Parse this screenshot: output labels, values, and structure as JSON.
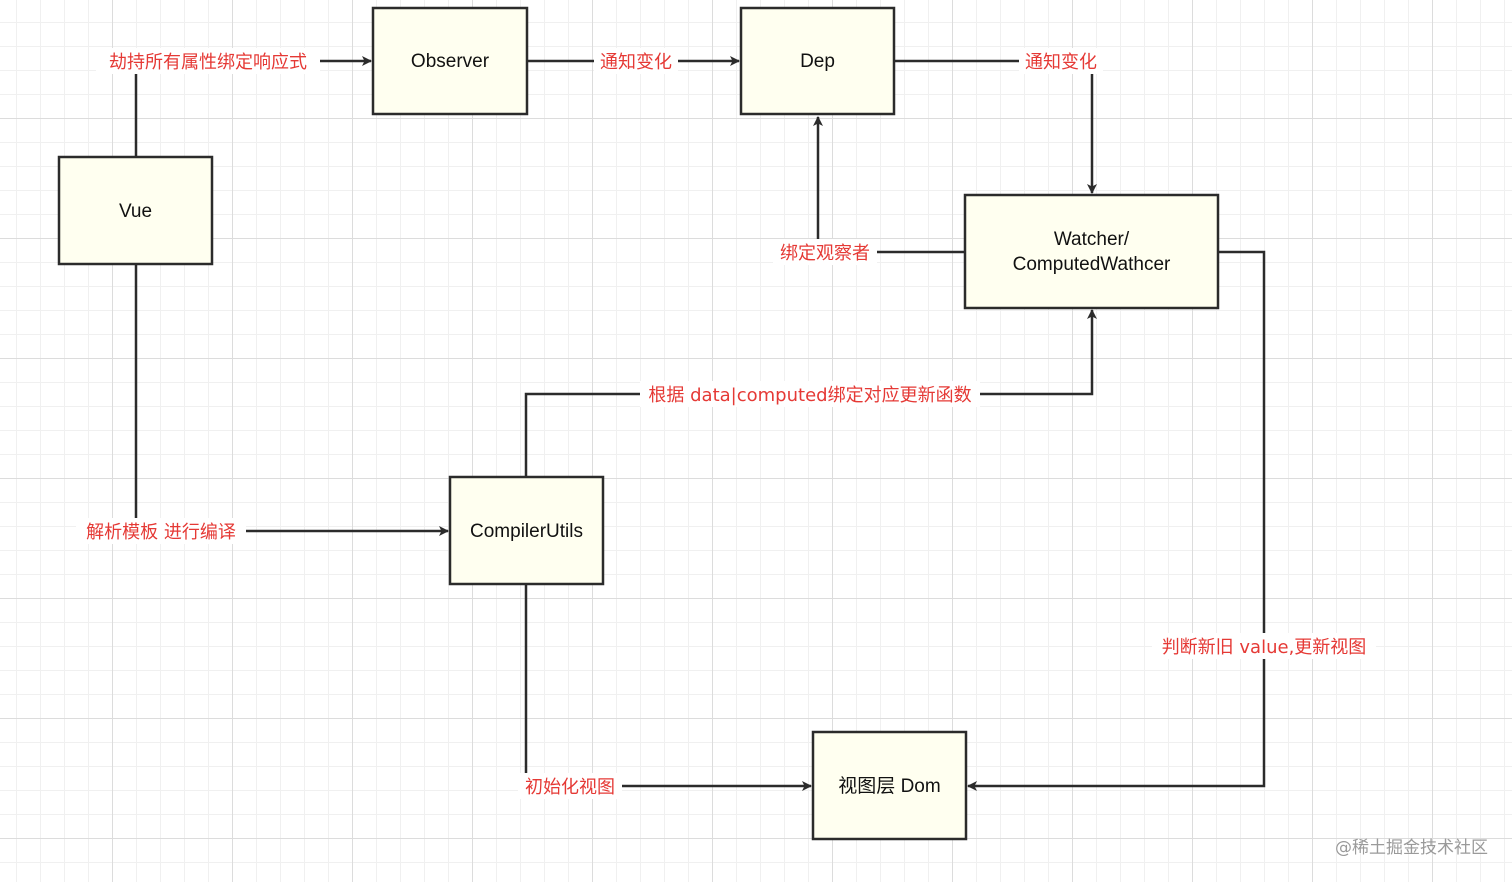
{
  "diagram": {
    "nodes": {
      "vue": {
        "label": "Vue"
      },
      "observer": {
        "label": "Observer"
      },
      "dep": {
        "label": "Dep"
      },
      "watcher": {
        "label_line1": "Watcher/",
        "label_line2": "ComputedWathcer"
      },
      "compiler": {
        "label": "CompilerUtils"
      },
      "view_dom": {
        "label": "视图层 Dom"
      }
    },
    "edges": {
      "vue_to_observer": {
        "label": "劫持所有属性绑定响应式"
      },
      "observer_to_dep": {
        "label": "通知变化"
      },
      "dep_to_watcher": {
        "label": "通知变化"
      },
      "watcher_to_dep": {
        "label": "绑定观察者"
      },
      "compiler_to_watcher": {
        "label": "根据 data|computed绑定对应更新函数"
      },
      "vue_to_compiler": {
        "label": "解析模板 进行编译"
      },
      "compiler_to_view": {
        "label": "初始化视图"
      },
      "watcher_to_view": {
        "label": "判断新旧 value,更新视图"
      }
    },
    "colors": {
      "node_fill": "#fffff0",
      "node_stroke": "#2b2b2b",
      "edge_label": "#e53935",
      "watermark": "#9a9a9a"
    }
  },
  "watermark": "@稀土掘金技术社区"
}
